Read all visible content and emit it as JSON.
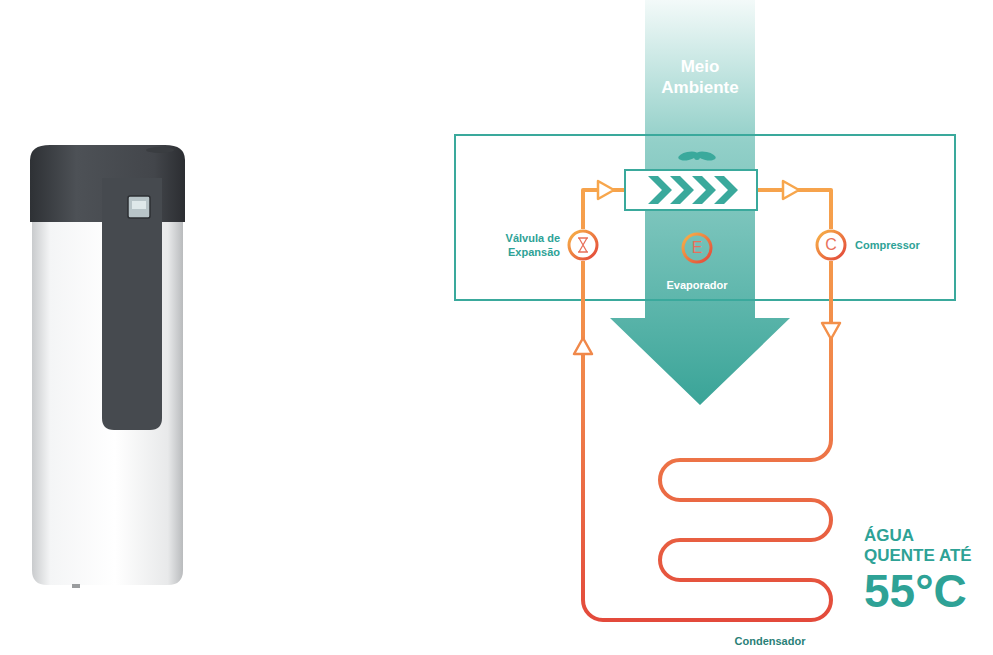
{
  "diagram": {
    "nodes": [
      {
        "text": [
          "Meio Ambiente"
        ]
      },
      {
        "text": [
          "Válvula de Expansão"
        ]
      },
      {
        "text": [
          "E",
          "Evaporador"
        ]
      },
      {
        "text": [
          "C",
          "Compressor"
        ]
      }
    ],
    "labels": [
      "Condensador",
      "ÁGUA QUENTE ATÉ",
      "55°C"
    ]
  }
}
